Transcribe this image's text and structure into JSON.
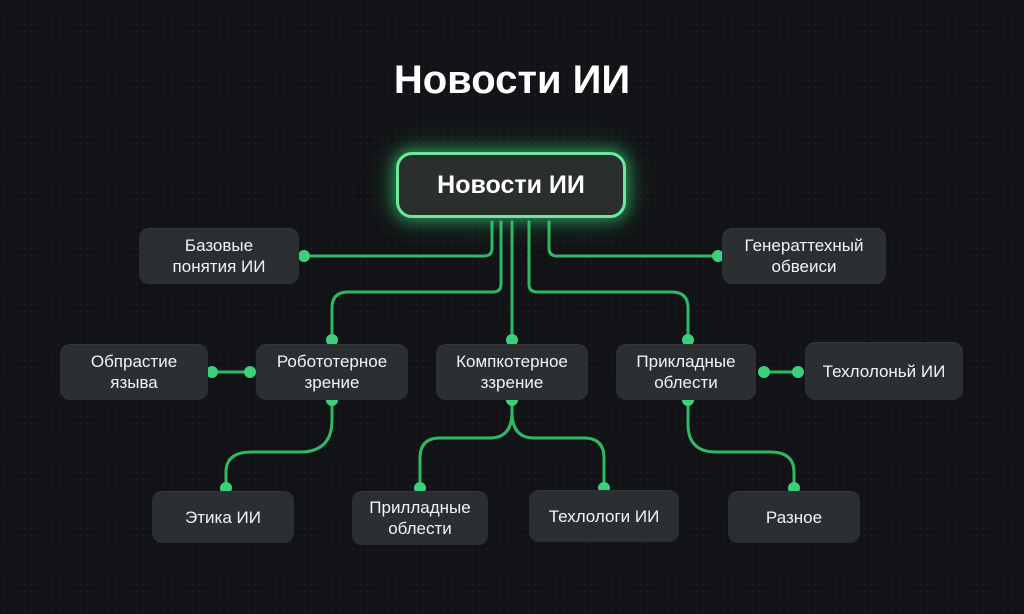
{
  "title": "Новости ИИ",
  "root_label": "Новости ИИ",
  "nodes": {
    "basic_concepts": "Базовые\nпонятия ИИ",
    "generative": "Генераттехный\nобвеиси",
    "language_area": "Обпрастие\nязыва",
    "robot_vision": "Робототерное\nзрение",
    "computer_vision": "Компкотерное\nззрение",
    "applied_areas": "Прикладные\nоблести",
    "tech_ai": "Техлолоньй ИИ",
    "ethics": "Этика ИИ",
    "applied_areas_2": "Прилладные\nоблести",
    "technologies": "Техлологи ИИ",
    "misc": "Разное"
  },
  "colors": {
    "background": "#121316",
    "node_fill": "#2b2f31",
    "accent_green": "#6de79b",
    "connector_green": "#2fb866",
    "text": "#f2f3f3"
  }
}
